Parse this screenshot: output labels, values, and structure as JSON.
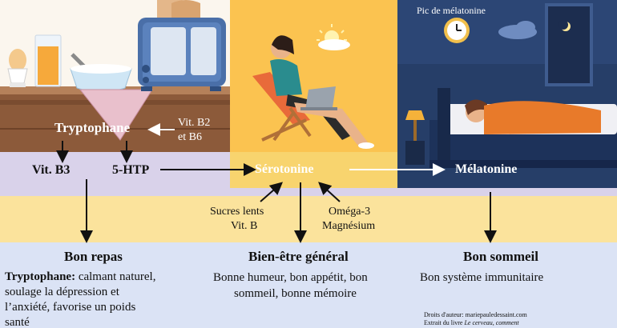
{
  "nodes": {
    "tryptophane": "Tryptophane",
    "vit_b2_b6_line1": "Vit. B2",
    "vit_b2_b6_line2": "et B6",
    "vit_b3": "Vit. B3",
    "htp": "5-HTP",
    "serotonine": "Sérotonine",
    "melatonine": "Mélatonine",
    "pic_melatonine": "Pic de mélatonine",
    "sucres_line1": "Sucres lents",
    "sucres_line2": "Vit. B",
    "omega_line1": "Oméga-3",
    "omega_line2": "Magnésium"
  },
  "outcomes": {
    "repas_title": "Bon repas",
    "repas_bold": "Tryptophane:",
    "repas_line1": " calmant naturel,",
    "repas_line2": "soulage la dépression et",
    "repas_line3": "l’anxiété, favorise un poids",
    "repas_line4": "santé",
    "bienetre_title": "Bien-être général",
    "bienetre_line1": "Bonne humeur, bon appétit, bon",
    "bienetre_line2": "sommeil, bonne mémoire",
    "sommeil_title": "Bon sommeil",
    "sommeil_line1": "Bon système immunitaire"
  },
  "credits": {
    "line1": "Droits d'auteur: mariepauledessaint.com",
    "line2_plain": "Extrait du livre ",
    "line2_italic": "Le cerveau, comment"
  },
  "colors": {
    "kitchen_bg": "#fbf6ee",
    "sun_bg": "#fbc350",
    "night_bg": "#263e68",
    "band_purple": "#d9d2ea",
    "band_yellow": "#fbe39c",
    "band_blue": "#dbe3f5"
  }
}
